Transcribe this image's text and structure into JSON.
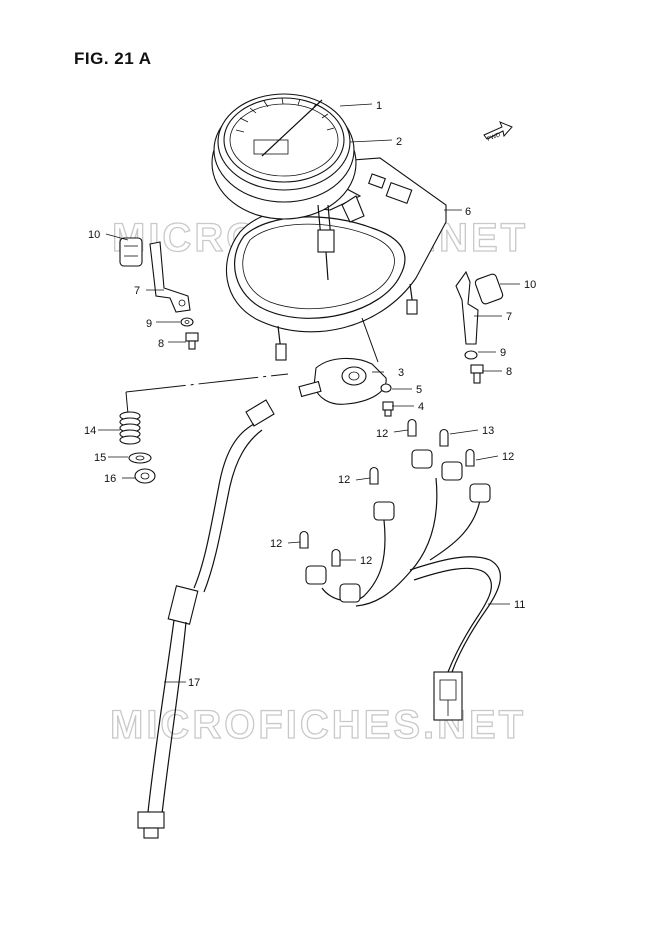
{
  "title": "FIG. 21 A",
  "watermark": "MICROFICHES.NET",
  "fwd_label": "FWD",
  "callouts": [
    {
      "id": "c1",
      "text": "1"
    },
    {
      "id": "c2",
      "text": "2"
    },
    {
      "id": "c6",
      "text": "6"
    },
    {
      "id": "c10a",
      "text": "10"
    },
    {
      "id": "c7a",
      "text": "7"
    },
    {
      "id": "c9a",
      "text": "9"
    },
    {
      "id": "c8a",
      "text": "8"
    },
    {
      "id": "c10b",
      "text": "10"
    },
    {
      "id": "c7b",
      "text": "7"
    },
    {
      "id": "c9b",
      "text": "9"
    },
    {
      "id": "c8b",
      "text": "8"
    },
    {
      "id": "c3",
      "text": "3"
    },
    {
      "id": "c5",
      "text": "5"
    },
    {
      "id": "c4",
      "text": "4"
    },
    {
      "id": "c14",
      "text": "14"
    },
    {
      "id": "c15",
      "text": "15"
    },
    {
      "id": "c16",
      "text": "16"
    },
    {
      "id": "c12a",
      "text": "12"
    },
    {
      "id": "c13",
      "text": "13"
    },
    {
      "id": "c12b",
      "text": "12"
    },
    {
      "id": "c12c",
      "text": "12"
    },
    {
      "id": "c12d",
      "text": "12"
    },
    {
      "id": "c12e",
      "text": "12"
    },
    {
      "id": "c11",
      "text": "11"
    },
    {
      "id": "c17",
      "text": "17"
    }
  ]
}
